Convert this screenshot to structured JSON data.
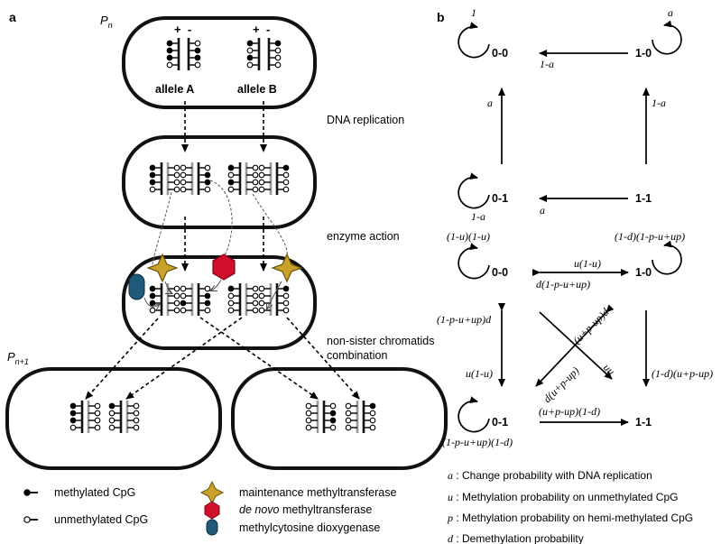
{
  "panel_a": {
    "label": "a",
    "gen_n_symbol": "P",
    "gen_n_sub": "n",
    "gen_n1_symbol": "P",
    "gen_n1_sub": "n+1",
    "plus_sign": "+",
    "minus_sign": "-",
    "allele_a": "allele A",
    "allele_b": "allele B",
    "step_replication": "DNA replication",
    "step_enzyme": "enzyme action",
    "step_combination_line1": "non-sister chromatids",
    "step_combination_line2": "combination"
  },
  "legend": {
    "methylated": "methylated CpG",
    "unmethylated": "unmethylated CpG",
    "maintenance": "maintenance methyltransferase",
    "denovo_italic": "de novo",
    "denovo_rest": " methyltransferase",
    "dioxygenase": "methylcytosine dioxygenase"
  },
  "panel_b": {
    "label": "b",
    "top": {
      "s00": "0-0",
      "s10": "1-0",
      "s01": "0-1",
      "s11": "1-1",
      "self_00": "1",
      "self_10": "a",
      "self_01": "1-a",
      "arrow_10_00": "1-a",
      "arrow_01_00": "a",
      "arrow_11_10": "1-a",
      "arrow_11_01": "a"
    },
    "bottom": {
      "s00": "0-0",
      "s10": "1-0",
      "s01": "0-1",
      "s11": "1-1",
      "self_00": "(1-u)(1-u)",
      "self_10": "(1-d)(1-p-u+up)",
      "self_01": "(1-p-u+up)(1-d)",
      "arrow_00_10": "u(1-u)",
      "arrow_10_00": "d(1-p-u+up)",
      "arrow_01_00": "(1-p-u+up)d",
      "arrow_00_01": "u(1-u)",
      "arrow_10_11": "(1-d)(u+p-up)",
      "arrow_01_11": "(u+p-up)(1-d)",
      "diag_01_10": "(u+p-up)d",
      "diag_10_01": "d(u+p-up)",
      "diag_00_11": "uu"
    },
    "defs": [
      {
        "sym": "a",
        "text": " : Change probability with DNA replication"
      },
      {
        "sym": "u",
        "text": " : Methylation probability on unmethylated CpG"
      },
      {
        "sym": "p",
        "text": " : Methylation probability on hemi-methylated CpG"
      },
      {
        "sym": "d",
        "text": " : Demethylation probability"
      }
    ]
  },
  "colors": {
    "maintenance": "#c9a227",
    "denovo": "#d0102a",
    "dioxygenase": "#1f5a7a",
    "gray_strand": "#999999"
  }
}
